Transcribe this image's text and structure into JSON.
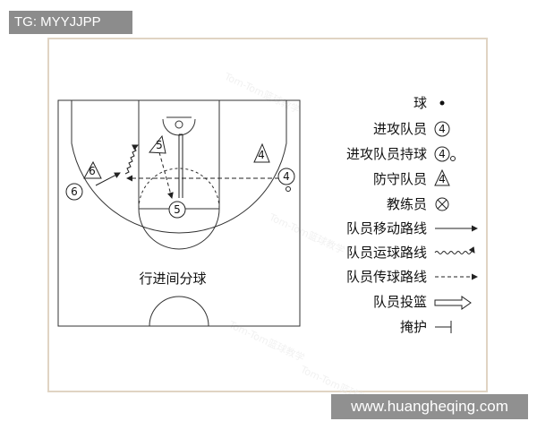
{
  "tag_text": "TG: MYYJJPP",
  "watermark_url": "www.huangheqing.com",
  "court": {
    "caption": "行进间分球",
    "players": {
      "p5_post": "5",
      "p5_low": "5",
      "p4_defender": "4",
      "p4_ball": "4",
      "p6_defender": "6",
      "p6_attacker": "6"
    }
  },
  "legend": [
    {
      "label": "球",
      "symbol": "ball-dot"
    },
    {
      "label": "进攻队员",
      "symbol": "circle-4"
    },
    {
      "label": "进攻队员持球",
      "symbol": "circle-4-ball"
    },
    {
      "label": "防守队员",
      "symbol": "triangle-4"
    },
    {
      "label": "教练员",
      "symbol": "circle-x"
    },
    {
      "label": "队员移动路线",
      "symbol": "solid-arrow"
    },
    {
      "label": "队员运球路线",
      "symbol": "wavy-arrow"
    },
    {
      "label": "队员传球路线",
      "symbol": "dashed-arrow"
    },
    {
      "label": "队员投篮",
      "symbol": "double-arrow"
    },
    {
      "label": "掩护",
      "symbol": "screen-line"
    }
  ],
  "legend_numbers": {
    "circle": "4",
    "circle_ball": "4",
    "triangle": "4"
  }
}
